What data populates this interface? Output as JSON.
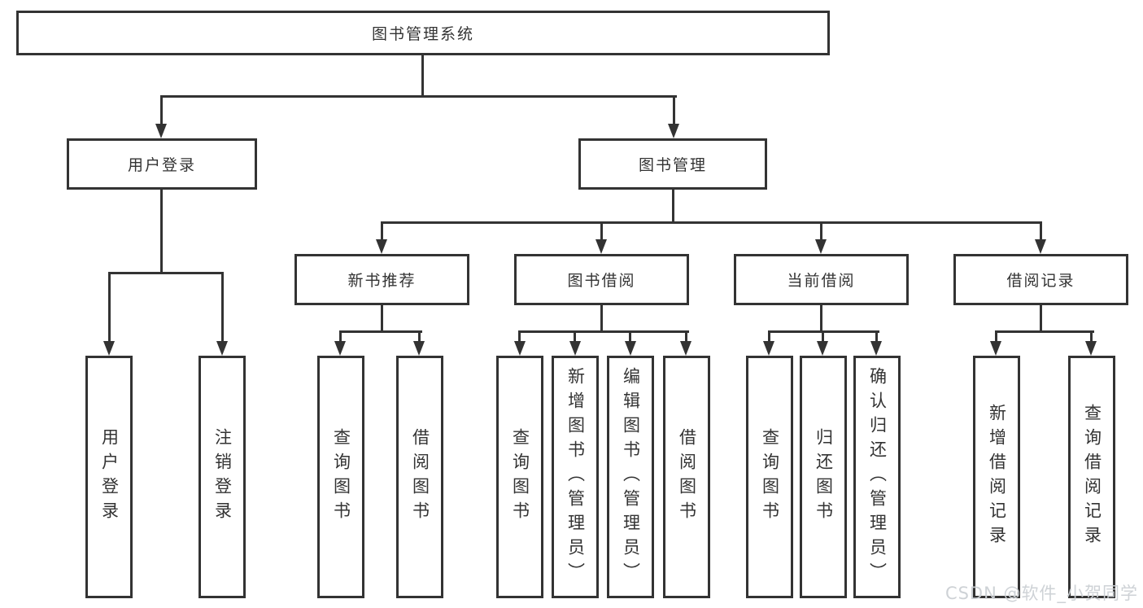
{
  "tree": {
    "root": "图书管理系统",
    "branches": [
      {
        "label": "用户登录",
        "children": [
          "用户登录",
          "注销登录"
        ]
      },
      {
        "label": "图书管理",
        "groups": [
          {
            "label": "新书推荐",
            "children": [
              "查询图书",
              "借阅图书"
            ]
          },
          {
            "label": "图书借阅",
            "children": [
              "查询图书",
              "新增图书（管理员）",
              "编辑图书（管理员）",
              "借阅图书"
            ]
          },
          {
            "label": "当前借阅",
            "children": [
              "查询图书",
              "归还图书",
              "确认归还（管理员）"
            ]
          },
          {
            "label": "借阅记录",
            "children": [
              "新增借阅记录",
              "查询借阅记录"
            ]
          }
        ]
      }
    ]
  },
  "watermark": "CSDN @软件_小贺同学",
  "colors": {
    "line": "#333333",
    "background": "#ffffff",
    "watermark": "#cbd0d4"
  }
}
